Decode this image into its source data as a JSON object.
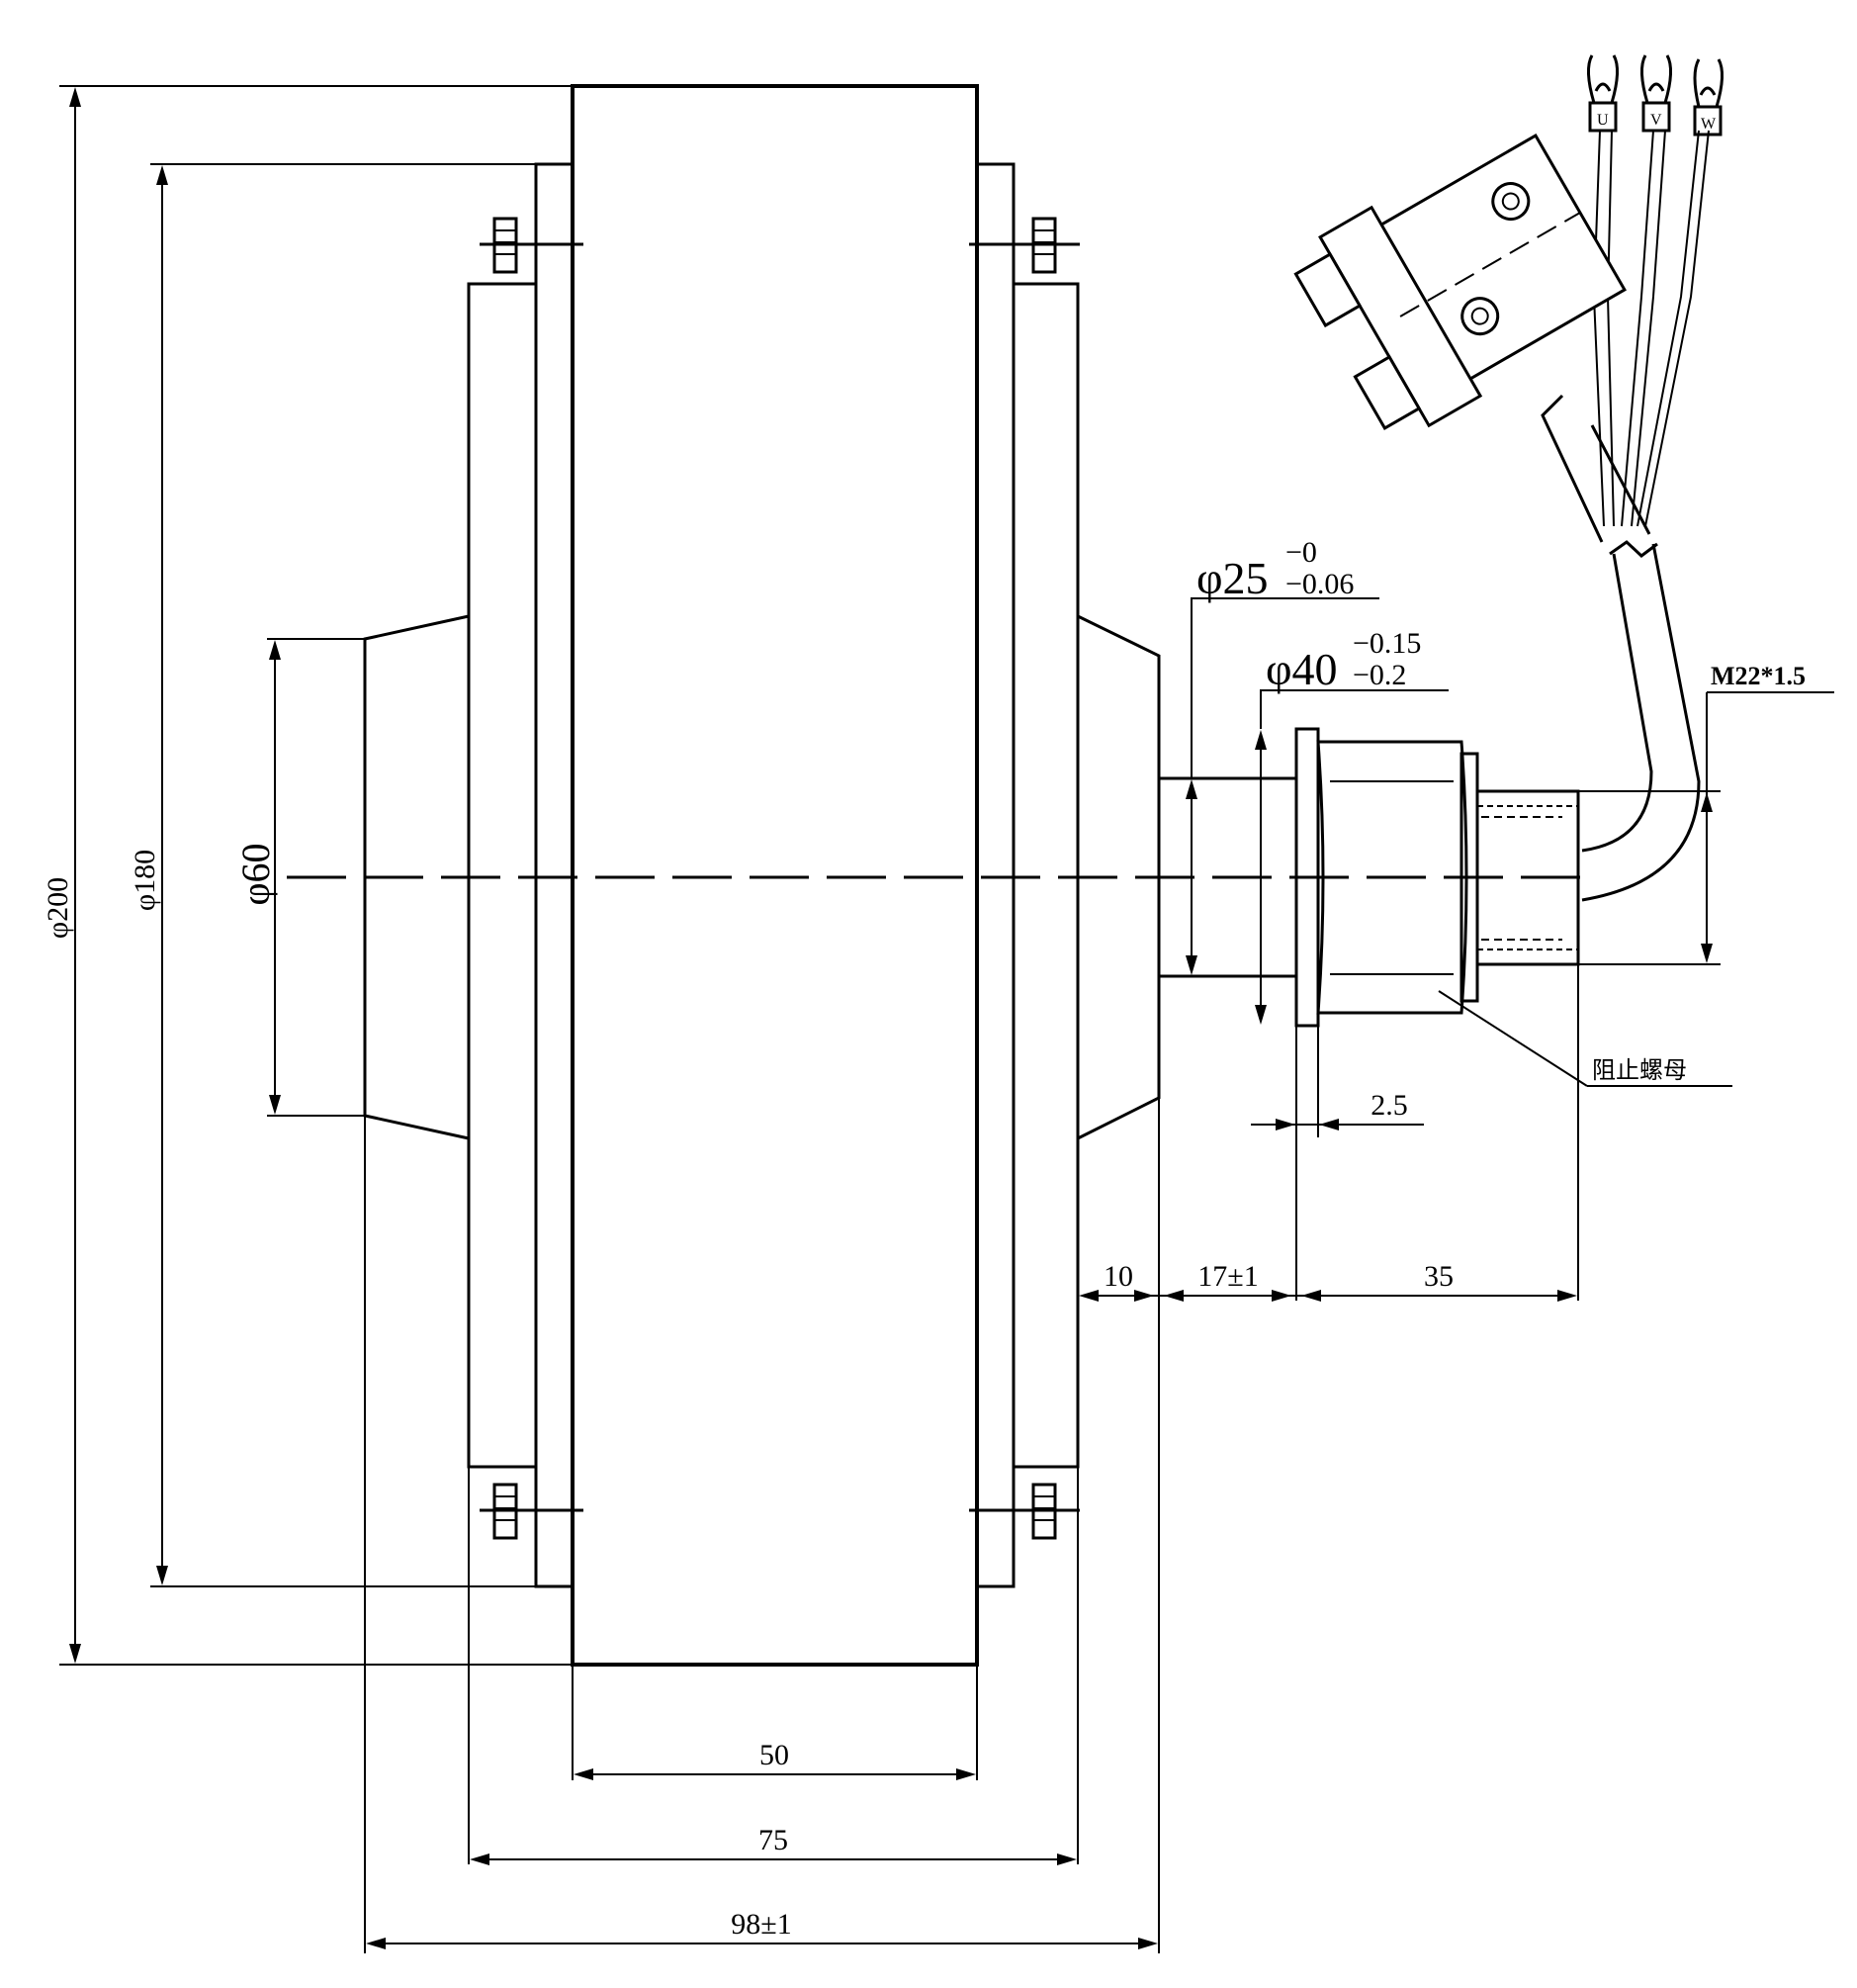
{
  "dimensions": {
    "dia_200": "φ200",
    "dia_180": "φ180",
    "dia_60": "φ60",
    "width_50": "50",
    "width_75": "75",
    "width_98": "98±1",
    "len_10": "10",
    "len_17": "17±1",
    "len_35": "35",
    "len_2_5": "2.5",
    "shaft_25_main": "φ25",
    "shaft_25_upper": "−0",
    "shaft_25_lower": "−0.06",
    "shaft_40_main": "φ40",
    "shaft_40_upper": "−0.15",
    "shaft_40_lower": "−0.2",
    "thread": "M22*1.5"
  },
  "labels": {
    "nut": "阻止螺母",
    "phase_u": "U",
    "phase_v": "V",
    "phase_w": "W"
  }
}
